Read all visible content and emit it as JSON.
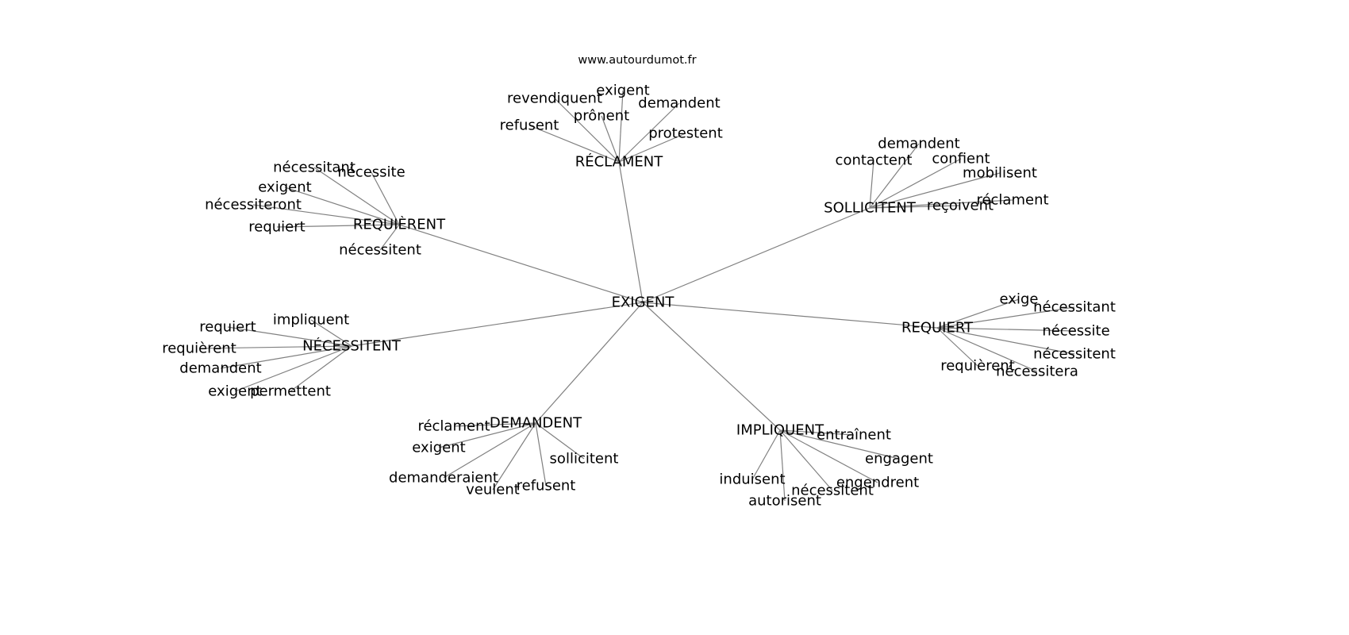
{
  "header": {
    "site": "www.autourdumot.fr"
  },
  "colors": {
    "edge": "#808080",
    "text": "#000000",
    "background": "#ffffff"
  },
  "graph": {
    "root": "EXIGENT",
    "clusters": [
      {
        "hub": "RÉCLAMENT",
        "children": [
          "revendiquent",
          "exigent",
          "demandent",
          "prônent",
          "refusent",
          "protestent"
        ]
      },
      {
        "hub": "REQUIÈRENT",
        "children": [
          "nécessitant",
          "nécessite",
          "exigent",
          "nécessiteront",
          "requiert",
          "nécessitent"
        ]
      },
      {
        "hub": "SOLLICITENT",
        "children": [
          "demandent",
          "contactent",
          "confient",
          "mobilisent",
          "reçoivent",
          "réclament"
        ]
      },
      {
        "hub": "REQUIERT",
        "children": [
          "exige",
          "nécessitant",
          "nécessite",
          "nécessitent",
          "requièrent",
          "nécessitera"
        ]
      },
      {
        "hub": "NÉCESSITENT",
        "children": [
          "impliquent",
          "requiert",
          "requièrent",
          "demandent",
          "exigent",
          "permettent"
        ]
      },
      {
        "hub": "DEMANDENT",
        "children": [
          "réclament",
          "exigent",
          "sollicitent",
          "demanderaient",
          "veulent",
          "refusent"
        ]
      },
      {
        "hub": "IMPLIQUENT",
        "children": [
          "entraînent",
          "engagent",
          "induisent",
          "engendrent",
          "nécessitent",
          "autorisent"
        ]
      }
    ]
  }
}
